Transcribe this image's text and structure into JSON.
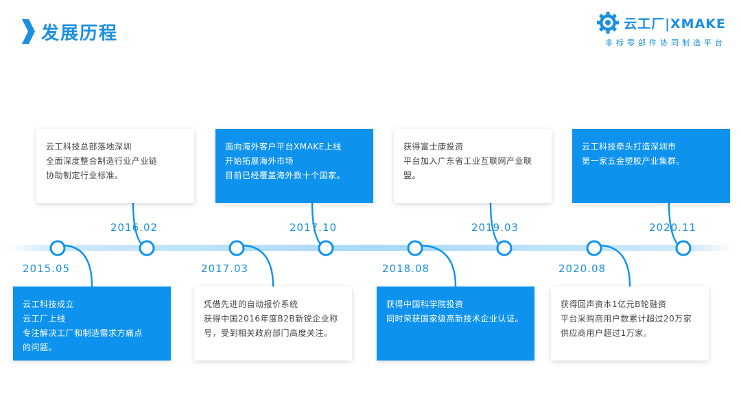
{
  "header": {
    "title": "发展历程",
    "brand": "云工厂|XMAKE",
    "tagline": "非标零部件协同制造平台"
  },
  "colors": {
    "accent": "#0d92ee",
    "line": "#bfe3fb"
  },
  "icons": {
    "title": "chevron-right-icon",
    "logo": "gear-icon"
  },
  "milestones": [
    {
      "year": "2015.05",
      "lines": [
        "云工科技成立",
        "云工厂上线",
        "专注解决工厂和制造需求方痛点",
        "的问题。"
      ]
    },
    {
      "year": "2016.02",
      "lines": [
        "云工科技总部落地深圳",
        "全面深度整合制造行业产业链",
        "协助制定行业标准。"
      ]
    },
    {
      "year": "2017.03",
      "lines": [
        "凭借先进的自动报价系统",
        "获得中国2016年度B2B新锐企业称",
        "号，受到相关政府部门高度关注。"
      ]
    },
    {
      "year": "2017.10",
      "lines": [
        "面向海外客户平台XMAKE上线",
        "开始拓展海外市场",
        "目前已经覆盖海外数十个国家。"
      ]
    },
    {
      "year": "2018.08",
      "lines": [
        "获得中国科学院投资",
        "同时荣获国家级高新技术企业认证。"
      ]
    },
    {
      "year": "2019.03",
      "lines": [
        "获得富士康投资",
        "平台加入广东省工业互联网产业联",
        "盟。"
      ]
    },
    {
      "year": "2020.08",
      "lines": [
        "获得回声资本1亿元B轮融资",
        "平台采购商用户数累计超过20万家",
        "供应商用户超过1万家。"
      ]
    },
    {
      "year": "2020.11",
      "lines": [
        "云工科技牵头打造深圳市",
        "第一家五金塑胶产业集群。"
      ]
    }
  ]
}
